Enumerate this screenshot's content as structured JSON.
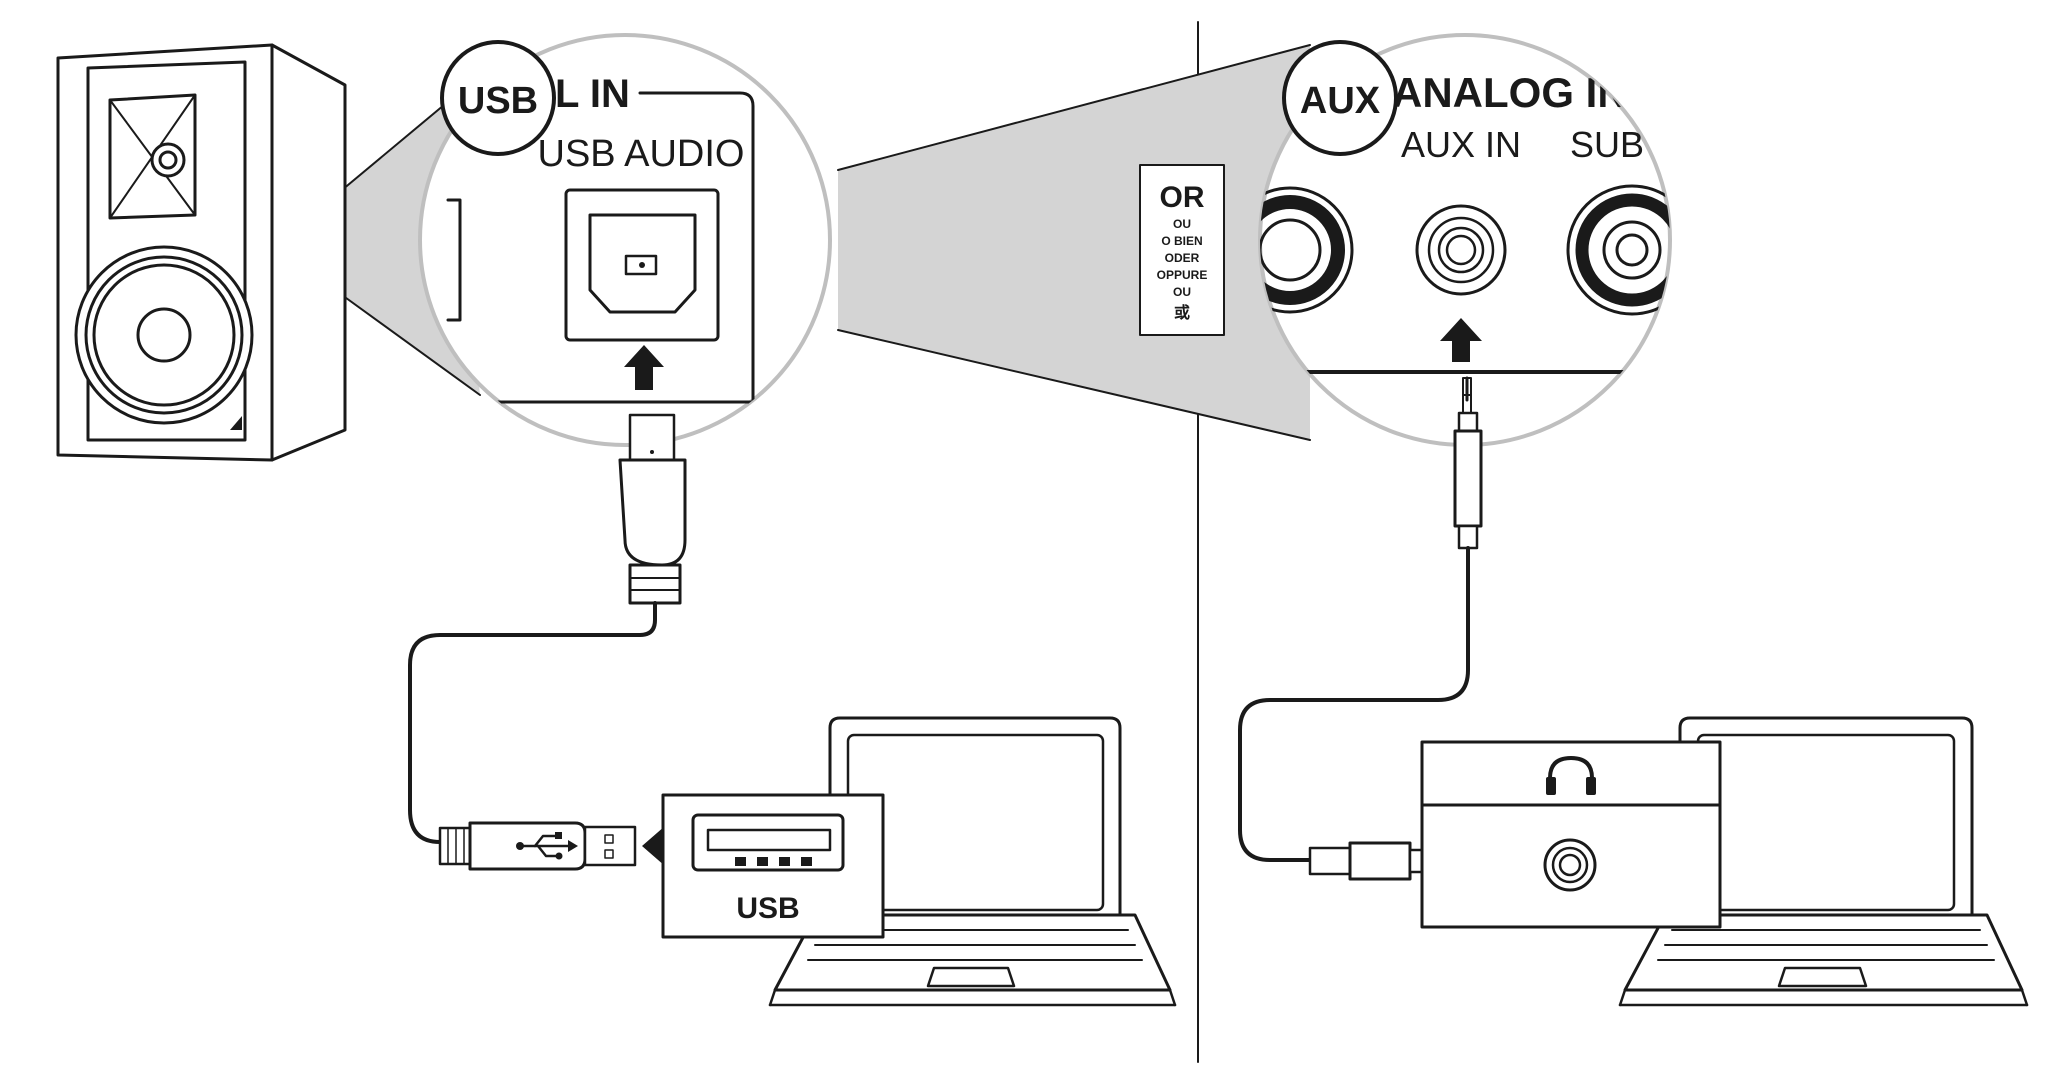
{
  "usb_panel": {
    "badge": "USB",
    "header_fragment": "L IN",
    "port_label": "USB AUDIO",
    "laptop_port_label": "USB"
  },
  "or_box": {
    "title": "OR",
    "lines": [
      "OU",
      "O BIEN",
      "ODER",
      "OPPURE",
      "OU",
      "或"
    ]
  },
  "aux_panel": {
    "badge": "AUX",
    "header_fragment": "ANALOG IN/",
    "port_label": "AUX IN",
    "sub_label_fragment": "SUB O"
  },
  "icons": {
    "usb_symbol": "usb-trident-icon",
    "headphones": "headphones-icon"
  },
  "colors": {
    "line": "#1a1a1a",
    "callout_fill": "#d4d4d4",
    "background": "#ffffff"
  }
}
